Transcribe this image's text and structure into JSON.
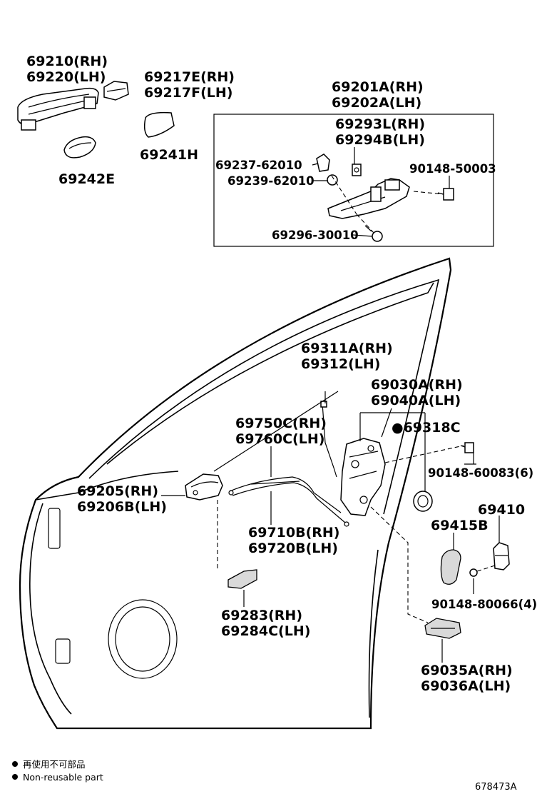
{
  "labels": {
    "handle_outer_rh": "69210(RH)",
    "handle_outer_lh": "69220(LH)",
    "handle_cap_rh": "69217E(RH)",
    "handle_cap_lh": "69217F(LH)",
    "pad_rear": "69241H",
    "pad_front": "69242E",
    "frame_rh": "69201A(RH)",
    "frame_lh": "69202A(LH)",
    "frame_sub_rh": "69293L(RH)",
    "frame_sub_lh": "69294B(LH)",
    "clip_1": "69237-62010",
    "clip_2": "69239-62010",
    "bolt_frame": "90148-50003",
    "screw_frame": "69296-30010",
    "rod_rh": "69311A(RH)",
    "rod_lh": "69312(LH)",
    "lock_rh": "69030A(RH)",
    "lock_lh": "69040A(LH)",
    "ring": "●69318C",
    "lock_screw": "90148-60083(6)",
    "cable_rh": "69750C(RH)",
    "cable_lh": "69760C(LH)",
    "inside_handle_rh": "69205(RH)",
    "inside_handle_lh": "69206B(LH)",
    "cable2_rh": "69710B(RH)",
    "cable2_lh": "69720B(LH)",
    "bezel_rh": "69283(RH)",
    "bezel_lh": "69284C(LH)",
    "striker": "69410",
    "striker_plate": "69415B",
    "striker_screw": "90148-80066(4)",
    "protector_rh": "69035A(RH)",
    "protector_lh": "69036A(LH)"
  },
  "legend": {
    "jp": "再使用不可部品",
    "en": "Non-reusable part"
  },
  "diagram_code": "678473A"
}
